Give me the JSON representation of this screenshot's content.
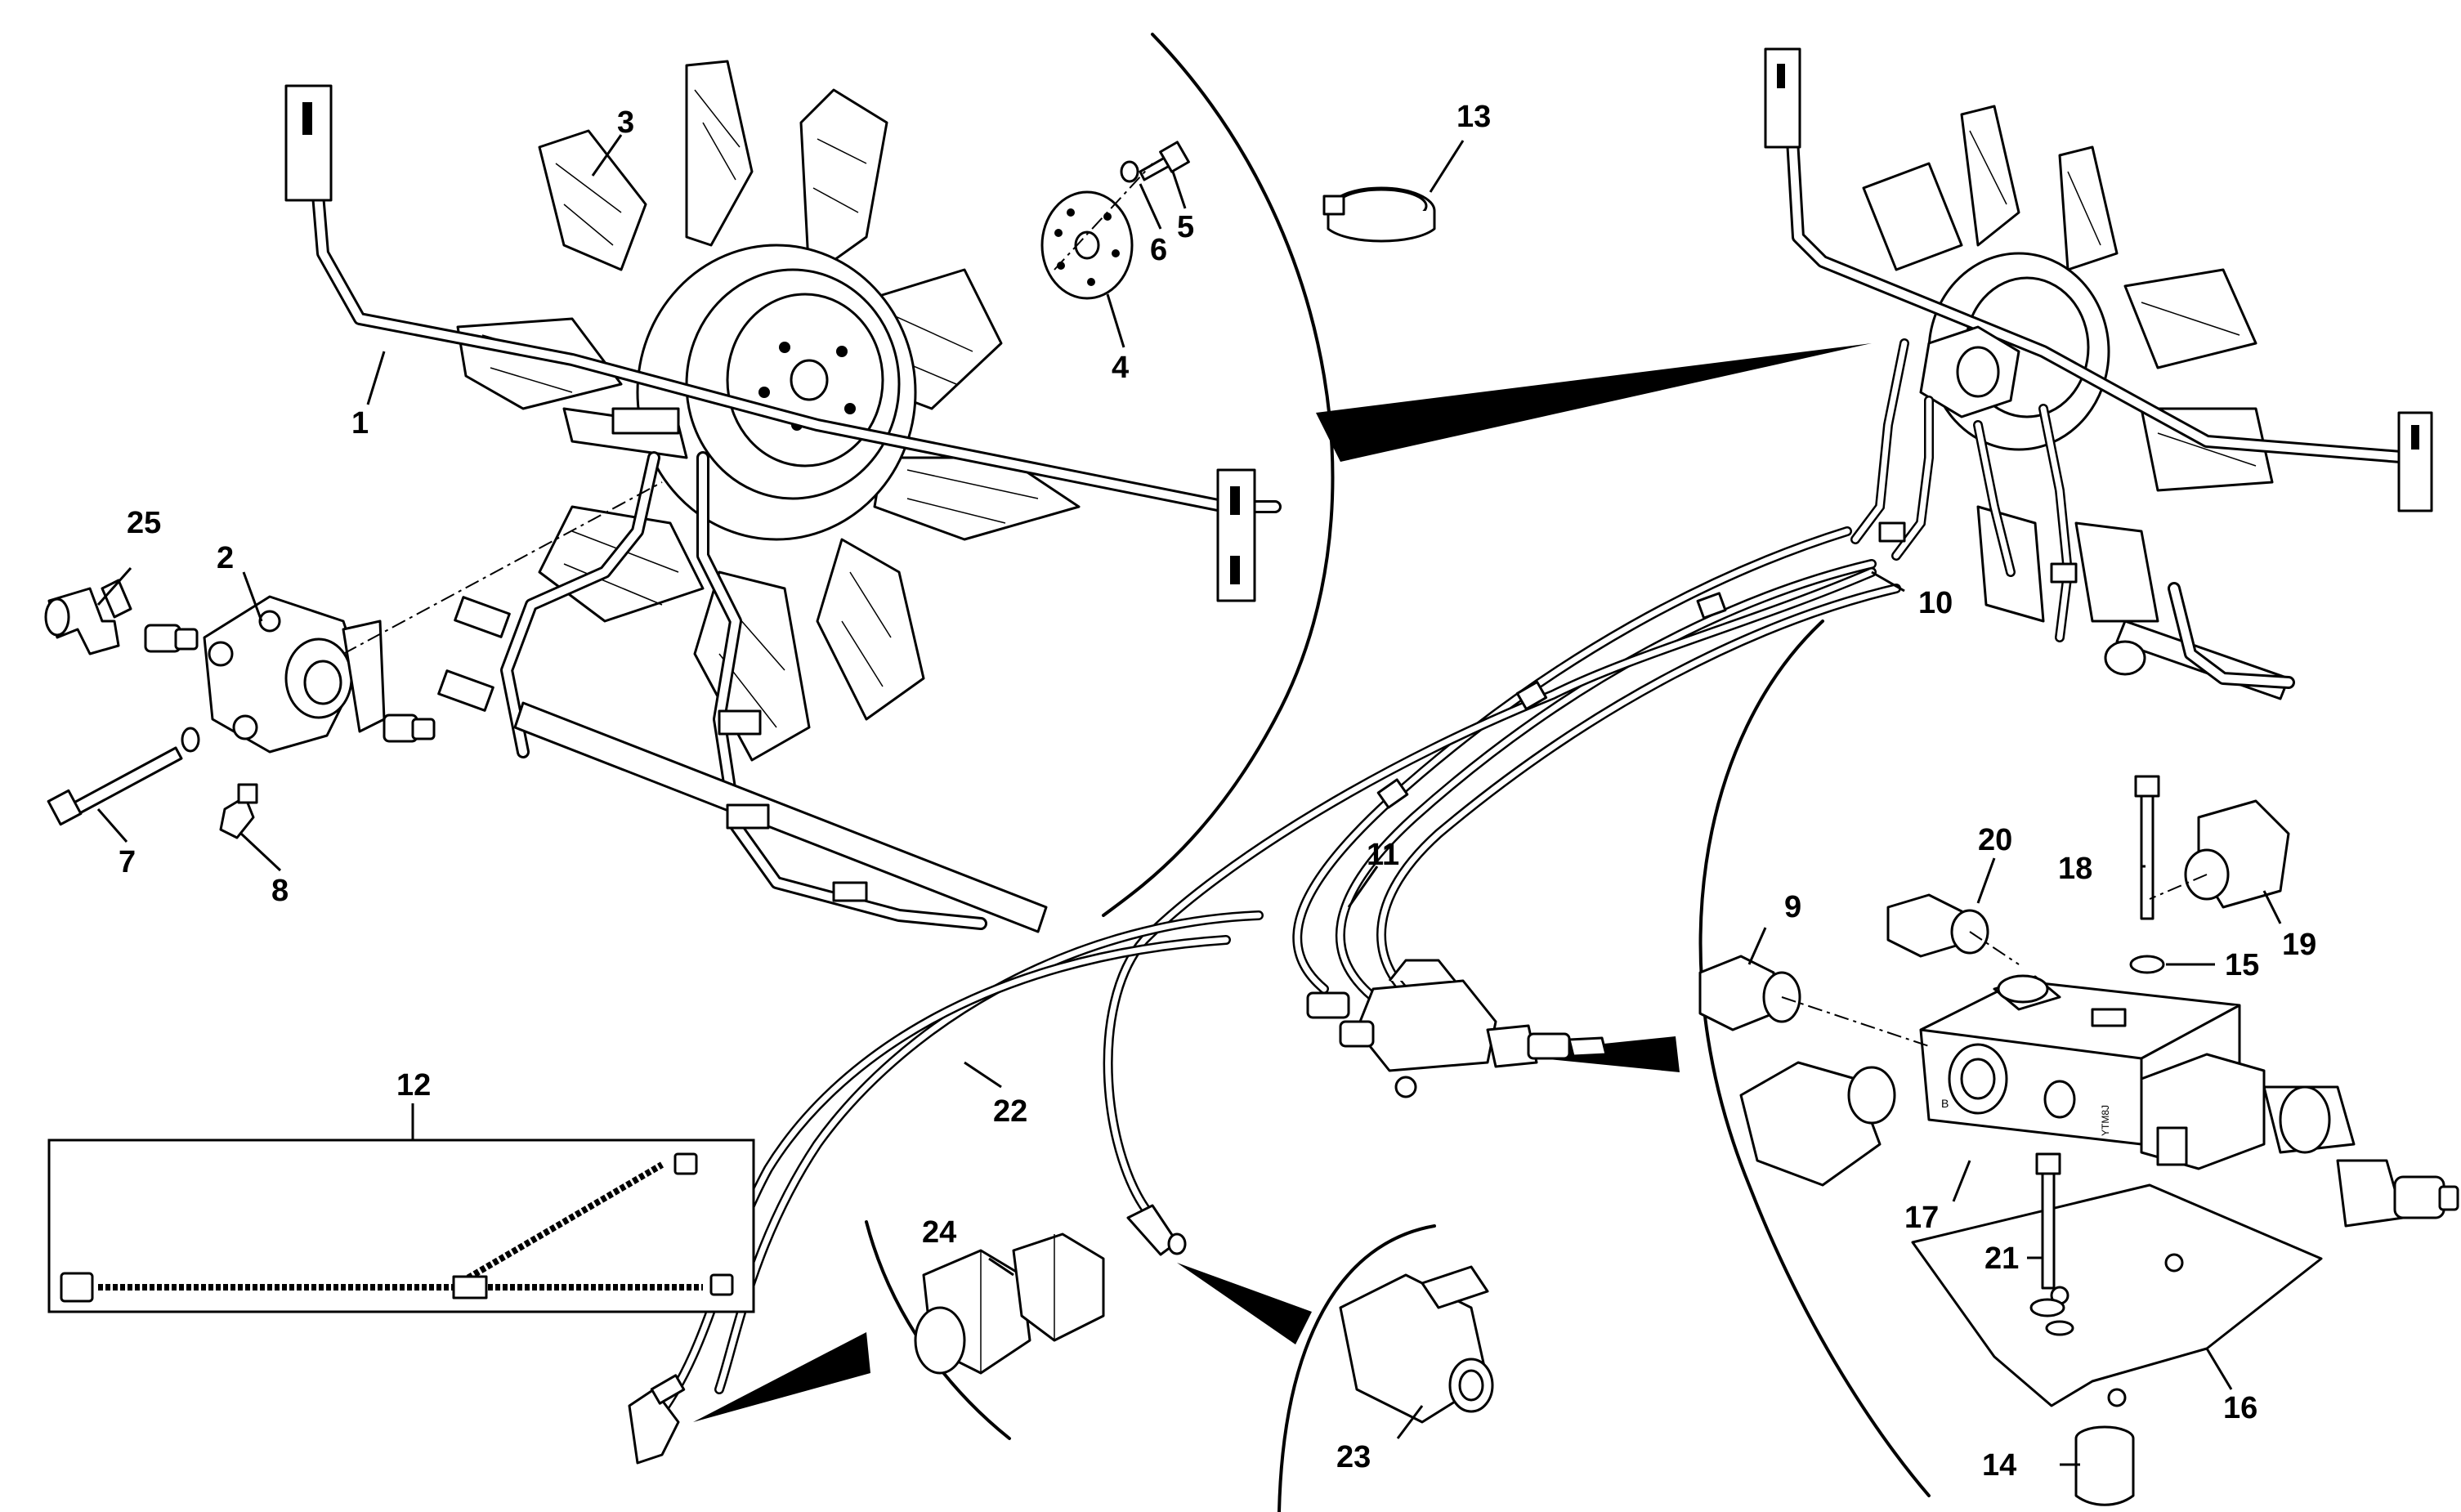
{
  "diagram": {
    "callouts": [
      {
        "id": "1",
        "label": "1"
      },
      {
        "id": "2",
        "label": "2"
      },
      {
        "id": "3",
        "label": "3"
      },
      {
        "id": "4",
        "label": "4"
      },
      {
        "id": "5",
        "label": "5"
      },
      {
        "id": "6",
        "label": "6"
      },
      {
        "id": "7",
        "label": "7"
      },
      {
        "id": "8",
        "label": "8"
      },
      {
        "id": "9",
        "label": "9"
      },
      {
        "id": "10",
        "label": "10"
      },
      {
        "id": "11",
        "label": "11"
      },
      {
        "id": "12",
        "label": "12"
      },
      {
        "id": "13",
        "label": "13"
      },
      {
        "id": "14",
        "label": "14"
      },
      {
        "id": "15",
        "label": "15"
      },
      {
        "id": "16",
        "label": "16"
      },
      {
        "id": "17",
        "label": "17"
      },
      {
        "id": "18",
        "label": "18"
      },
      {
        "id": "19",
        "label": "19"
      },
      {
        "id": "20",
        "label": "20"
      },
      {
        "id": "21",
        "label": "21"
      },
      {
        "id": "22",
        "label": "22"
      },
      {
        "id": "23",
        "label": "23"
      },
      {
        "id": "24",
        "label": "24"
      },
      {
        "id": "25",
        "label": "25"
      }
    ],
    "valve_block_mark": "YTM8J",
    "port_mark": "B"
  }
}
